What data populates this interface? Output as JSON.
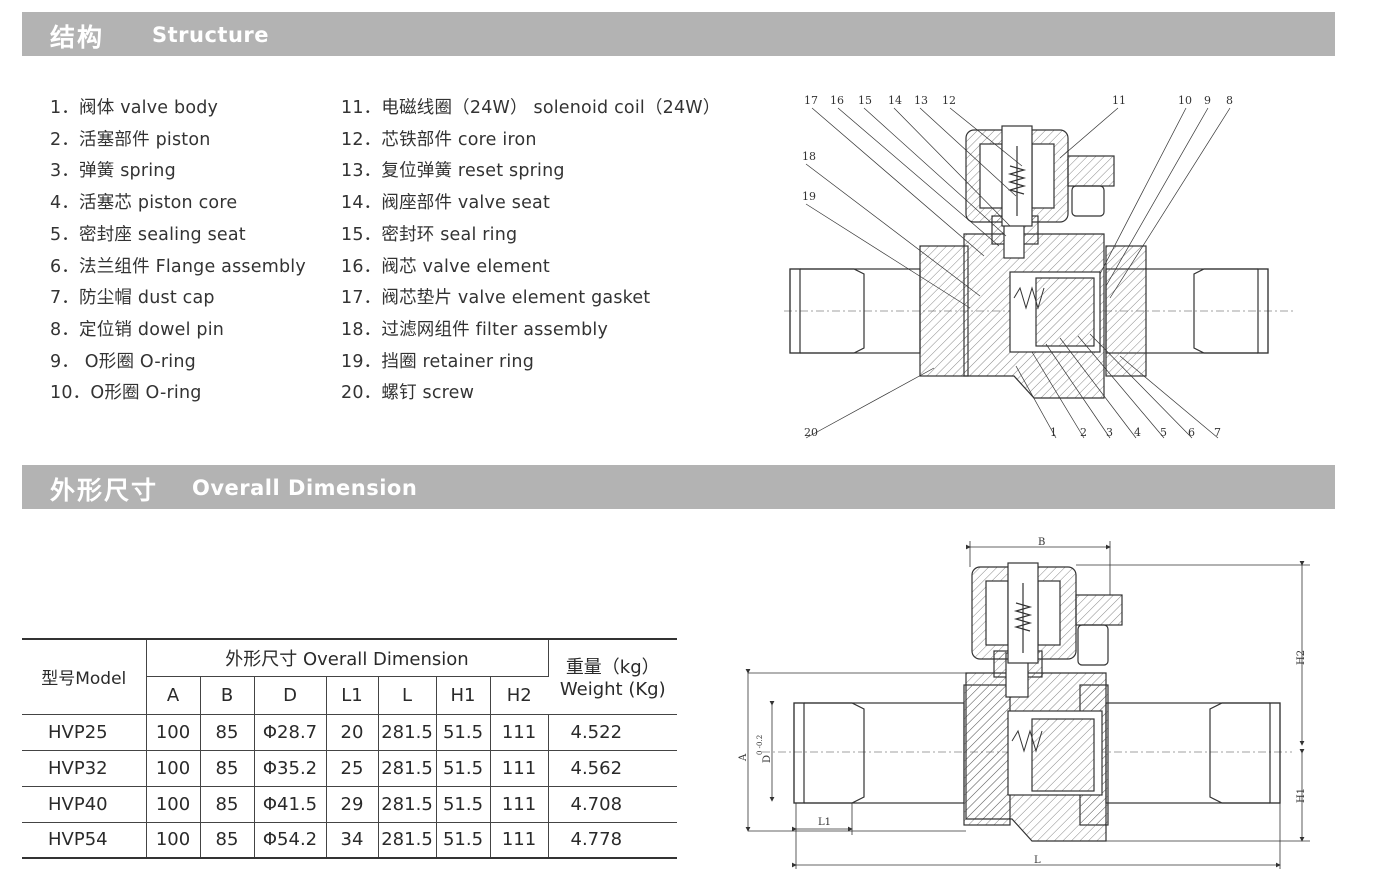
{
  "structure_band": {
    "zh": "结构",
    "en": "Structure"
  },
  "dimension_band": {
    "zh": "外形尺寸",
    "en": "Overall Dimension"
  },
  "parts_left": [
    "1．阀体 valve body",
    "2．活塞部件 piston",
    "3．弹簧 spring",
    "4．活塞芯 piston core",
    "5．密封座 sealing seat",
    "6．法兰组件 Flange assembly",
    "7．防尘帽 dust cap",
    "8．定位销 dowel pin",
    "9． O形圈 O-ring",
    "10．O形圈 O-ring"
  ],
  "parts_right": [
    "11．电磁线圈（24W） solenoid coil（24W）",
    "12．芯铁部件 core iron",
    "13．复位弹簧 reset spring",
    "14．阀座部件 valve seat",
    "15．密封环 seal ring",
    "16．阀芯 valve element",
    "17．阀芯垫片 valve element gasket",
    "18．过滤网组件 filter assembly",
    "19．挡圈 retainer ring",
    "20．螺钉 screw"
  ],
  "callouts": {
    "top": [
      "17",
      "16",
      "15",
      "14",
      "13",
      "12",
      "11",
      "10",
      "9",
      "8"
    ],
    "left": [
      "18",
      "19",
      "20"
    ],
    "bottom": [
      "1",
      "2",
      "3",
      "4",
      "5",
      "6",
      "7"
    ]
  },
  "dim_labels": {
    "B": "B",
    "H2": "H2",
    "H1": "H1",
    "A": "A",
    "D": "D",
    "L1": "L1",
    "L": "L",
    "tol": "0 -0.2"
  },
  "table": {
    "model_header": "型号Model",
    "group_header": "外形尺寸 Overall Dimension",
    "weight_header_zh": "重量（kg）",
    "weight_header_en": "Weight (Kg)",
    "columns": [
      "A",
      "B",
      "D",
      "L1",
      "L",
      "H1",
      "H2"
    ],
    "rows": [
      {
        "model": "HVP25",
        "A": "100",
        "B": "85",
        "D": "Φ28.7",
        "L1": "20",
        "L": "281.5",
        "H1": "51.5",
        "H2": "111",
        "weight": "4.522"
      },
      {
        "model": "HVP32",
        "A": "100",
        "B": "85",
        "D": "Φ35.2",
        "L1": "25",
        "L": "281.5",
        "H1": "51.5",
        "H2": "111",
        "weight": "4.562"
      },
      {
        "model": "HVP40",
        "A": "100",
        "B": "85",
        "D": "Φ41.5",
        "L1": "29",
        "L": "281.5",
        "H1": "51.5",
        "H2": "111",
        "weight": "4.708"
      },
      {
        "model": "HVP54",
        "A": "100",
        "B": "85",
        "D": "Φ54.2",
        "L1": "34",
        "L": "281.5",
        "H1": "51.5",
        "H2": "111",
        "weight": "4.778"
      }
    ]
  },
  "colors": {
    "band": "#b3b3b3",
    "band_text": "#ffffff",
    "text": "#333333",
    "line": "#333333"
  }
}
